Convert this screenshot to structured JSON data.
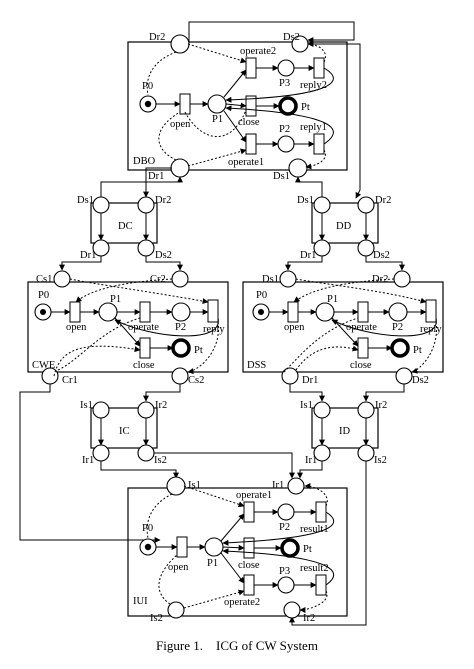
{
  "caption": {
    "figure": "Figure 1.",
    "title": "ICG of CW System"
  },
  "dbo": {
    "name": "DBO",
    "ports": {
      "dr2": "Dr2",
      "ds2": "Ds2",
      "dr1": "Dr1",
      "ds1": "Ds1"
    },
    "places": {
      "p0": "P0",
      "p1": "P1",
      "p2": "P2",
      "p3": "P3",
      "pt": "Pt"
    },
    "transitions": {
      "open": "open",
      "close": "close",
      "operate1": "operate1",
      "operate2": "operate2",
      "reply1": "reply1",
      "reply2": "reply2"
    }
  },
  "dc": {
    "name": "DC",
    "ports": {
      "ds1": "Ds1",
      "dr2": "Dr2",
      "dr1": "Dr1",
      "ds2": "Ds2"
    }
  },
  "dd": {
    "name": "DD",
    "ports": {
      "ds1": "Ds1",
      "dr2": "Dr2",
      "dr1": "Dr1",
      "ds2": "Ds2"
    }
  },
  "cwe": {
    "name": "CWE",
    "ports": {
      "cs1": "Cs1",
      "cr2": "Cr2",
      "cr1": "Cr1",
      "cs2": "Cs2"
    },
    "places": {
      "p0": "P0",
      "p1": "P1",
      "p2": "P2",
      "pt": "Pt"
    },
    "transitions": {
      "open": "open",
      "operate": "operate",
      "reply": "reply",
      "close": "close"
    }
  },
  "dss": {
    "name": "DSS",
    "ports": {
      "ds1": "Ds1",
      "dr2": "Dr2",
      "dr1": "Dr1",
      "ds2": "Ds2"
    },
    "places": {
      "p0": "P0",
      "p1": "P1",
      "p2": "P2",
      "pt": "Pt"
    },
    "transitions": {
      "open": "open",
      "operate": "operate",
      "reply": "reply",
      "close": "close"
    }
  },
  "ic": {
    "name": "IC",
    "ports": {
      "is1": "Is1",
      "ir2": "Ir2",
      "ir1": "Ir1",
      "is2": "Is2"
    }
  },
  "id": {
    "name": "ID",
    "ports": {
      "is1": "Is1",
      "ir2": "Ir2",
      "ir1": "Ir1",
      "is2": "Is2"
    }
  },
  "iui": {
    "name": "IUI",
    "ports": {
      "is1": "Is1",
      "ir1": "Ir1",
      "is2": "Is2",
      "ir2": "Ir2"
    },
    "places": {
      "p0": "P0",
      "p1": "P1",
      "p2": "P2",
      "p3": "P3",
      "pt": "Pt"
    },
    "transitions": {
      "open": "open",
      "close": "close",
      "operate1": "operate1",
      "operate2": "operate2",
      "result1": "result1",
      "result2": "result2"
    }
  }
}
